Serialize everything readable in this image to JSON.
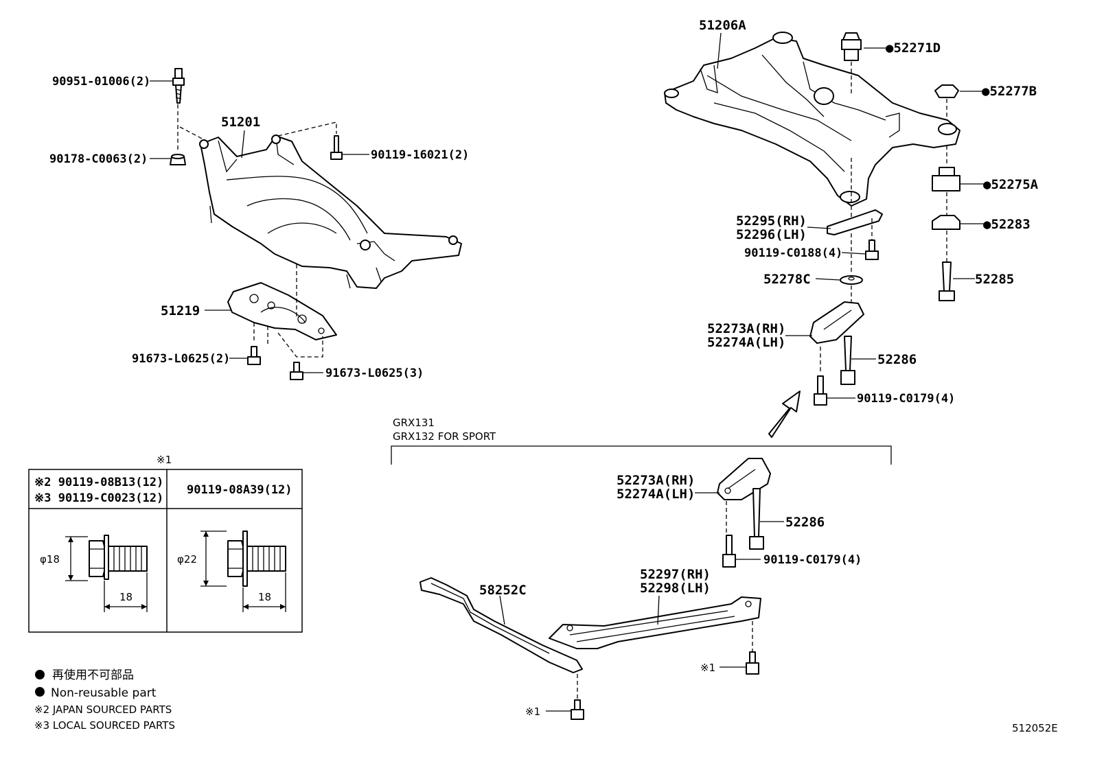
{
  "parts": {
    "p51206A": "51206A",
    "p52271D": "●52271D",
    "p52277B": "●52277B",
    "p52275A": "●52275A",
    "p52283": "●52283",
    "p52285": "52285",
    "p52295": "52295(RH)",
    "p52296": "52296(LH)",
    "p90119C0188": "90119-C0188(4)",
    "p52278C": "52278C",
    "p52273A_top": "52273A(RH)",
    "p52274A_top": "52274A(LH)",
    "p52286_top": "52286",
    "p90119C0179_top": "90119-C0179(4)",
    "p90951": "90951-01006(2)",
    "p51201": "51201",
    "p90178": "90178-C0063(2)",
    "p90119_16021": "90119-16021(2)",
    "p51219": "51219",
    "p91673_2": "91673-L0625(2)",
    "p91673_3": "91673-L0625(3)",
    "p52273A_bot": "52273A(RH)",
    "p52274A_bot": "52274A(LH)",
    "p52286_bot": "52286",
    "p90119C0179_bot": "90119-C0179(4)",
    "p52297": "52297(RH)",
    "p52298": "52298(LH)",
    "p58252C": "58252C",
    "ref1_a": "※1",
    "ref1_b": "※1"
  },
  "variant": {
    "line1": "GRX131",
    "line2": "GRX132 FOR SPORT"
  },
  "table": {
    "ref": "※1",
    "col1_row1": "※2 90119-08B13(12)",
    "col1_row2": "※3 90119-C0023(12)",
    "col2": "90119-08A39(12)",
    "dia1": "φ18",
    "len1": "18",
    "dia2": "φ22",
    "len2": "18"
  },
  "legend": {
    "item1": "再使用不可部品",
    "item2": "Non-reusable part",
    "item3": "※2 JAPAN SOURCED PARTS",
    "item4": "※3 LOCAL SOURCED PARTS"
  },
  "diagram_id": "512052E"
}
